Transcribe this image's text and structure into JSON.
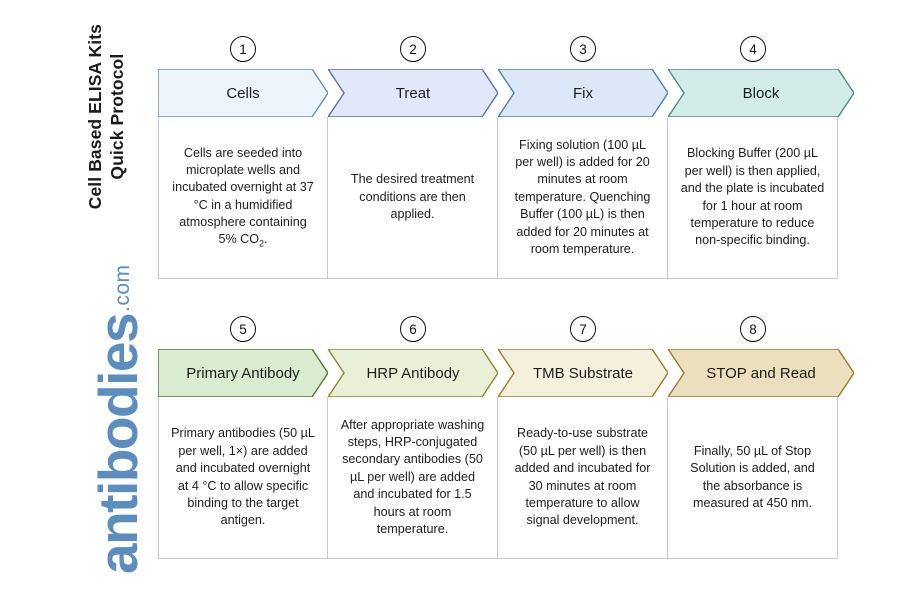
{
  "page": {
    "title_line1": "Cell Based ELISA Kits",
    "title_line2": "Quick Protocol"
  },
  "logo": {
    "word": "antibodies",
    "suffix": ".com",
    "color": "#5b8dbf"
  },
  "rows": [
    {
      "steps": [
        {
          "number": "1",
          "label": "Cells",
          "fill": "#eef4fb",
          "stroke": "#6a8fb5",
          "text": "Cells are seeded into microplate wells and incubated overnight at 37 °C in a humidified atmosphere containing 5% CO₂."
        },
        {
          "number": "2",
          "label": "Treat",
          "fill": "#e2e8fa",
          "stroke": "#5b6fa8",
          "text": "The desired treatment conditions are then applied."
        },
        {
          "number": "3",
          "label": "Fix",
          "fill": "#dae8f7",
          "stroke": "#4f7fa8",
          "text": "Fixing solution (100 µL per well) is added for 20 minutes at room temperature. Quenching Buffer (100 µL) is then added for 20 minutes at room temperature."
        },
        {
          "number": "4",
          "label": "Block",
          "fill": "#d2ecea",
          "stroke": "#4d8b87",
          "text": "Blocking Buffer (200 µL per well) is then applied, and the plate is incubated for 1 hour at room temperature to reduce non-specific binding."
        }
      ]
    },
    {
      "steps": [
        {
          "number": "5",
          "label": "Primary Antibody",
          "fill": "#d9ecd0",
          "stroke": "#4e7a2f",
          "text": "Primary antibodies (50 µL per well, 1×) are added and incubated overnight at 4 °C to allow specific binding to the target antigen."
        },
        {
          "number": "6",
          "label": "HRP Antibody",
          "fill": "#eaf0d8",
          "stroke": "#8a8a26",
          "text": "After appropriate washing steps, HRP-conjugated secondary antibodies (50 µL per well) are added and incubated for 1.5 hours at room temperature."
        },
        {
          "number": "7",
          "label": "TMB Substrate",
          "fill": "#f5f0db",
          "stroke": "#9a7b2a",
          "text": "Ready-to-use substrate (50 µL per well) is then added and incubated for 30 minutes at room temperature to allow signal development."
        },
        {
          "number": "8",
          "label": "STOP and Read",
          "fill": "#ecdfbe",
          "stroke": "#9a7b2a",
          "text": "Finally, 50 µL of Stop Solution is added, and the absorbance is measured at 450 nm."
        }
      ]
    }
  ]
}
